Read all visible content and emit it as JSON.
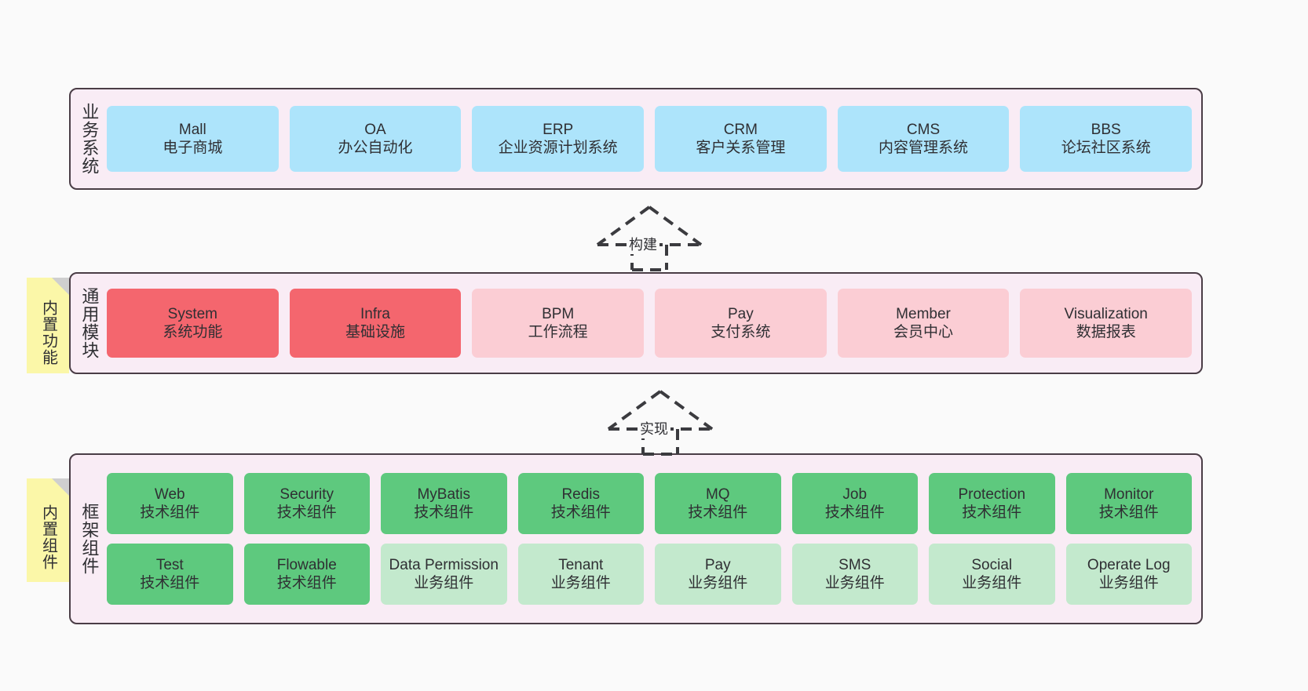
{
  "layers": [
    {
      "id": "business-systems",
      "title": "业务系统",
      "cards": [
        {
          "name": "mall",
          "en": "Mall",
          "cn": "电子商城",
          "color": "blue"
        },
        {
          "name": "oa",
          "en": "OA",
          "cn": "办公自动化",
          "color": "blue"
        },
        {
          "name": "erp",
          "en": "ERP",
          "cn": "企业资源计划系统",
          "color": "blue"
        },
        {
          "name": "crm",
          "en": "CRM",
          "cn": "客户关系管理",
          "color": "blue"
        },
        {
          "name": "cms",
          "en": "CMS",
          "cn": "内容管理系统",
          "color": "blue"
        },
        {
          "name": "bbs",
          "en": "BBS",
          "cn": "论坛社区系统",
          "color": "blue"
        }
      ]
    },
    {
      "id": "common-modules",
      "title": "通用模块",
      "sticky": "内置功能",
      "cards": [
        {
          "name": "system",
          "en": "System",
          "cn": "系统功能",
          "color": "red"
        },
        {
          "name": "infra",
          "en": "Infra",
          "cn": "基础设施",
          "color": "red"
        },
        {
          "name": "bpm",
          "en": "BPM",
          "cn": "工作流程",
          "color": "pink"
        },
        {
          "name": "pay",
          "en": "Pay",
          "cn": "支付系统",
          "color": "pink"
        },
        {
          "name": "member",
          "en": "Member",
          "cn": "会员中心",
          "color": "pink"
        },
        {
          "name": "visualization",
          "en": "Visualization",
          "cn": "数据报表",
          "color": "pink"
        }
      ]
    },
    {
      "id": "framework-components",
      "title": "框架组件",
      "sticky": "内置组件",
      "row_top": [
        {
          "name": "web",
          "en": "Web",
          "cn": "技术组件",
          "color": "green"
        },
        {
          "name": "security",
          "en": "Security",
          "cn": "技术组件",
          "color": "green"
        },
        {
          "name": "mybatis",
          "en": "MyBatis",
          "cn": "技术组件",
          "color": "green"
        },
        {
          "name": "redis",
          "en": "Redis",
          "cn": "技术组件",
          "color": "green"
        },
        {
          "name": "mq",
          "en": "MQ",
          "cn": "技术组件",
          "color": "green"
        },
        {
          "name": "job",
          "en": "Job",
          "cn": "技术组件",
          "color": "green"
        },
        {
          "name": "protection",
          "en": "Protection",
          "cn": "技术组件",
          "color": "green"
        },
        {
          "name": "monitor",
          "en": "Monitor",
          "cn": "技术组件",
          "color": "green"
        }
      ],
      "row_bottom": [
        {
          "name": "test",
          "en": "Test",
          "cn": "技术组件",
          "color": "green"
        },
        {
          "name": "flowable",
          "en": "Flowable",
          "cn": "技术组件",
          "color": "green"
        },
        {
          "name": "data-permission",
          "en": "Data Permission",
          "cn": "业务组件",
          "color": "greenlight",
          "wrap": true
        },
        {
          "name": "tenant",
          "en": "Tenant",
          "cn": "业务组件",
          "color": "greenlight"
        },
        {
          "name": "pay",
          "en": "Pay",
          "cn": "业务组件",
          "color": "greenlight"
        },
        {
          "name": "sms",
          "en": "SMS",
          "cn": "业务组件",
          "color": "greenlight"
        },
        {
          "name": "social",
          "en": "Social",
          "cn": "业务组件",
          "color": "greenlight"
        },
        {
          "name": "operate-log",
          "en": "Operate Log",
          "cn": "业务组件",
          "color": "greenlight"
        }
      ]
    }
  ],
  "connectors": [
    {
      "name": "build",
      "label": "构建"
    },
    {
      "name": "implement",
      "label": "实现"
    }
  ],
  "colors": {
    "layer_bg": "#f9ecf5",
    "layer_border": "#4a3d46",
    "blue": "#ade4fb",
    "red": "#f4666e",
    "pink": "#fbcdd4",
    "green": "#5ec97e",
    "green_light": "#c3e9cd",
    "sticky": "#fbf7a8",
    "page_bg": "#fafafa"
  }
}
